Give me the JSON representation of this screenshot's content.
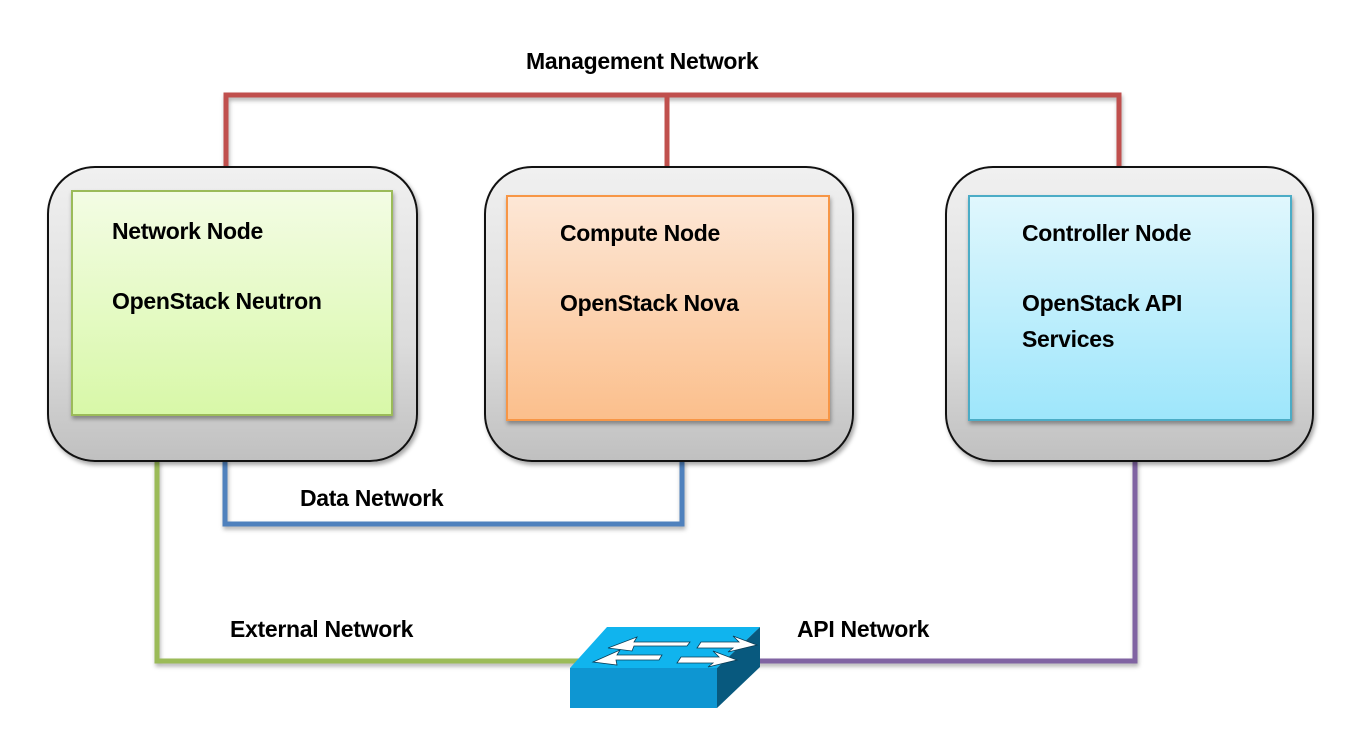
{
  "networks": {
    "management": {
      "label": "Management Network",
      "color": "#C0504D"
    },
    "data": {
      "label": "Data Network",
      "color": "#4F81BD"
    },
    "external": {
      "label": "External Network",
      "color": "#9BBB59"
    },
    "api": {
      "label": "API Network",
      "color": "#8064A2"
    }
  },
  "nodes": [
    {
      "title": "Network Node",
      "service": "OpenStack Neutron"
    },
    {
      "title": "Compute Node",
      "service": "OpenStack Nova"
    },
    {
      "title": "Controller Node",
      "service": "OpenStack API",
      "service_line2": "Services"
    }
  ],
  "switch": {
    "icon": "network-switch-icon"
  }
}
